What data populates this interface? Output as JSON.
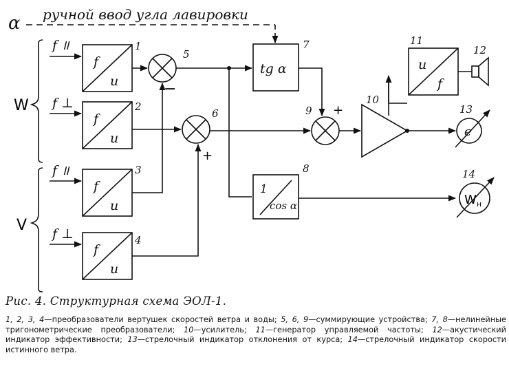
{
  "diagram": {
    "top_label": "ручной ввод угла лавировки",
    "alpha": "α",
    "group_w": "W",
    "group_v": "V",
    "input_fpar": "f ॥",
    "input_fperp": "f ⊥",
    "conv_top": "f",
    "conv_bottom": "u",
    "tg_label": "tg α",
    "cos_num": "1",
    "cos_den": "cos α",
    "gen_top": "u",
    "gen_bottom": "f",
    "ind_e": "e",
    "ind_w": "W",
    "ind_w_sub": "н",
    "minus": "−",
    "plus": "+",
    "nums": [
      "1",
      "2",
      "3",
      "4",
      "5",
      "6",
      "7",
      "8",
      "9",
      "10",
      "11",
      "12",
      "13",
      "14"
    ]
  },
  "caption": {
    "title": "Рис. 4. Структурная схема ЭОЛ-1.",
    "legend": [
      {
        "idx": "1, 2, 3, 4",
        "text": "—преобразователи вертушек скоростей ветра и воды; "
      },
      {
        "idx": "5, 6, 9",
        "text": "—суммирующие устройства; "
      },
      {
        "idx": "7, 8",
        "text": "—нелинейные тригонометрические преобразователи; "
      },
      {
        "idx": "10",
        "text": "—усилитель; "
      },
      {
        "idx": "11",
        "text": "—генератор управляемой частоты; "
      },
      {
        "idx": "12",
        "text": "—акустический индикатор эффективности; "
      },
      {
        "idx": "13",
        "text": "—стрелочный индикатор отклонения от курса; "
      },
      {
        "idx": "14",
        "text": "—стрелочный индикатор скорости истинного ветра."
      }
    ]
  }
}
